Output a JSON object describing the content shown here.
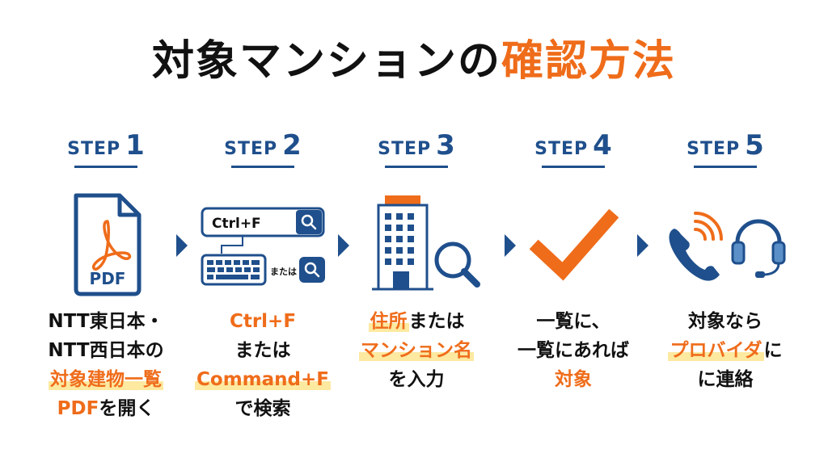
{
  "title": {
    "main": "対象マンションの",
    "accent": "確認方法"
  },
  "colors": {
    "accent": "#ef6c1a",
    "brand": "#1f4f8c",
    "highlight": "#fde9a0"
  },
  "steps": [
    {
      "word": "STEP",
      "number": "1",
      "icon": "pdf-document-icon",
      "icon_text": "PDF",
      "desc": [
        {
          "a": "NTT東日本・",
          "b": ""
        },
        {
          "a": "NTT西日本の",
          "b": ""
        },
        {
          "hl": "対象建物一覧"
        },
        {
          "o": "PDF",
          "b": "を開く"
        }
      ]
    },
    {
      "word": "STEP",
      "number": "2",
      "icon": "search-bar-keyboard-icon",
      "icon_text": "Ctrl+F",
      "icon_or": "または",
      "desc": [
        {
          "o": "Ctrl+F"
        },
        {
          "a": "または"
        },
        {
          "hl": "Command+F"
        },
        {
          "a": "で検索"
        }
      ]
    },
    {
      "word": "STEP",
      "number": "3",
      "icon": "building-search-icon",
      "desc": [
        {
          "ho": "住所",
          "b": "または"
        },
        {
          "hl": "マンション名"
        },
        {
          "a": "を入力"
        }
      ]
    },
    {
      "word": "STEP",
      "number": "4",
      "icon": "checkmark-icon",
      "desc": [
        {
          "a": "一覧に、"
        },
        {
          "a": "一覧にあれば"
        },
        {
          "o": "対象"
        }
      ]
    },
    {
      "word": "STEP",
      "number": "5",
      "icon": "phone-headset-icon",
      "desc": [
        {
          "a": "対象なら"
        },
        {
          "hl": "プロバイダ",
          "b": "に"
        },
        {
          "a": "に連絡"
        }
      ]
    }
  ]
}
